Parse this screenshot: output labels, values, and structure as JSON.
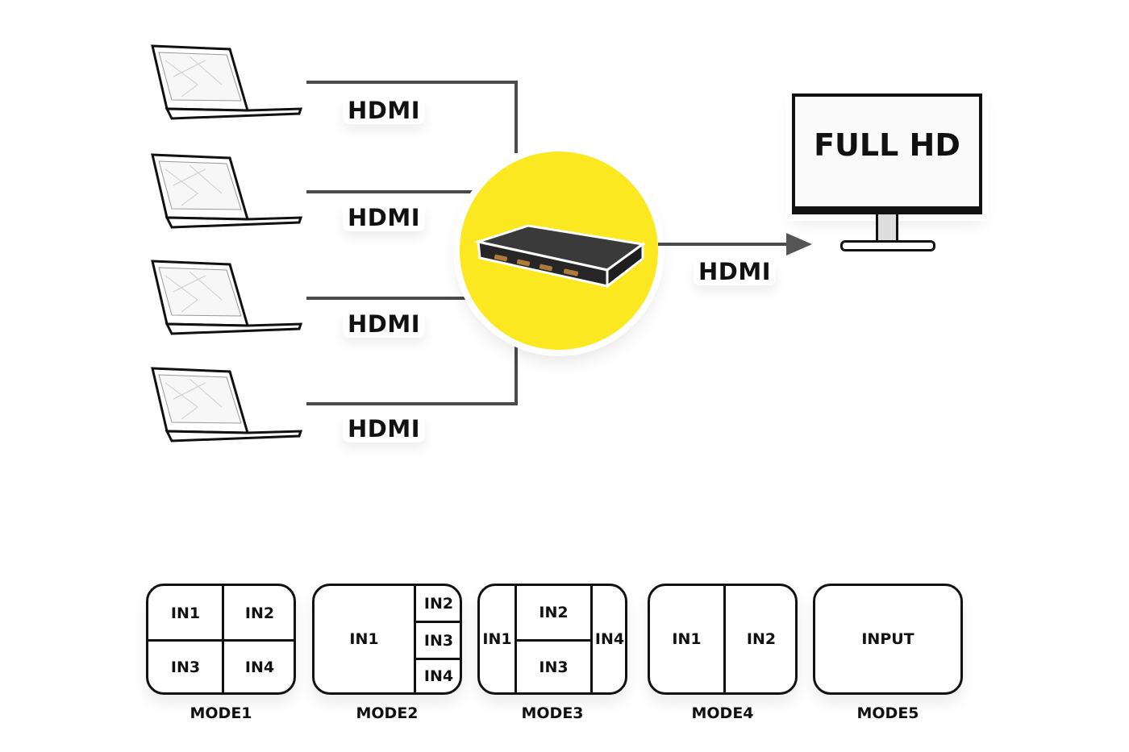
{
  "diagram": {
    "sources": [
      {
        "type": "laptop",
        "cable_label": "HDMI"
      },
      {
        "type": "laptop",
        "cable_label": "HDMI"
      },
      {
        "type": "laptop",
        "cable_label": "HDMI"
      },
      {
        "type": "laptop",
        "cable_label": "HDMI"
      }
    ],
    "hub": {
      "type": "multiviewer-device",
      "highlight_color": "#fbe820",
      "ports": 4
    },
    "output": {
      "cable_label": "HDMI",
      "display_text": "FULL HD"
    },
    "colors": {
      "line": "#4a4a4a",
      "highlight": "#fbe820",
      "text": "#111111"
    }
  },
  "modes": [
    {
      "name": "MODE1",
      "cells": [
        "IN1",
        "IN2",
        "IN3",
        "IN4"
      ]
    },
    {
      "name": "MODE2",
      "cells": [
        "IN1",
        "IN2",
        "IN3",
        "IN4"
      ]
    },
    {
      "name": "MODE3",
      "cells": [
        "IN1",
        "IN2",
        "IN3",
        "IN4"
      ]
    },
    {
      "name": "MODE4",
      "cells": [
        "IN1",
        "IN2"
      ]
    },
    {
      "name": "MODE5",
      "cells": [
        "INPUT"
      ]
    }
  ]
}
